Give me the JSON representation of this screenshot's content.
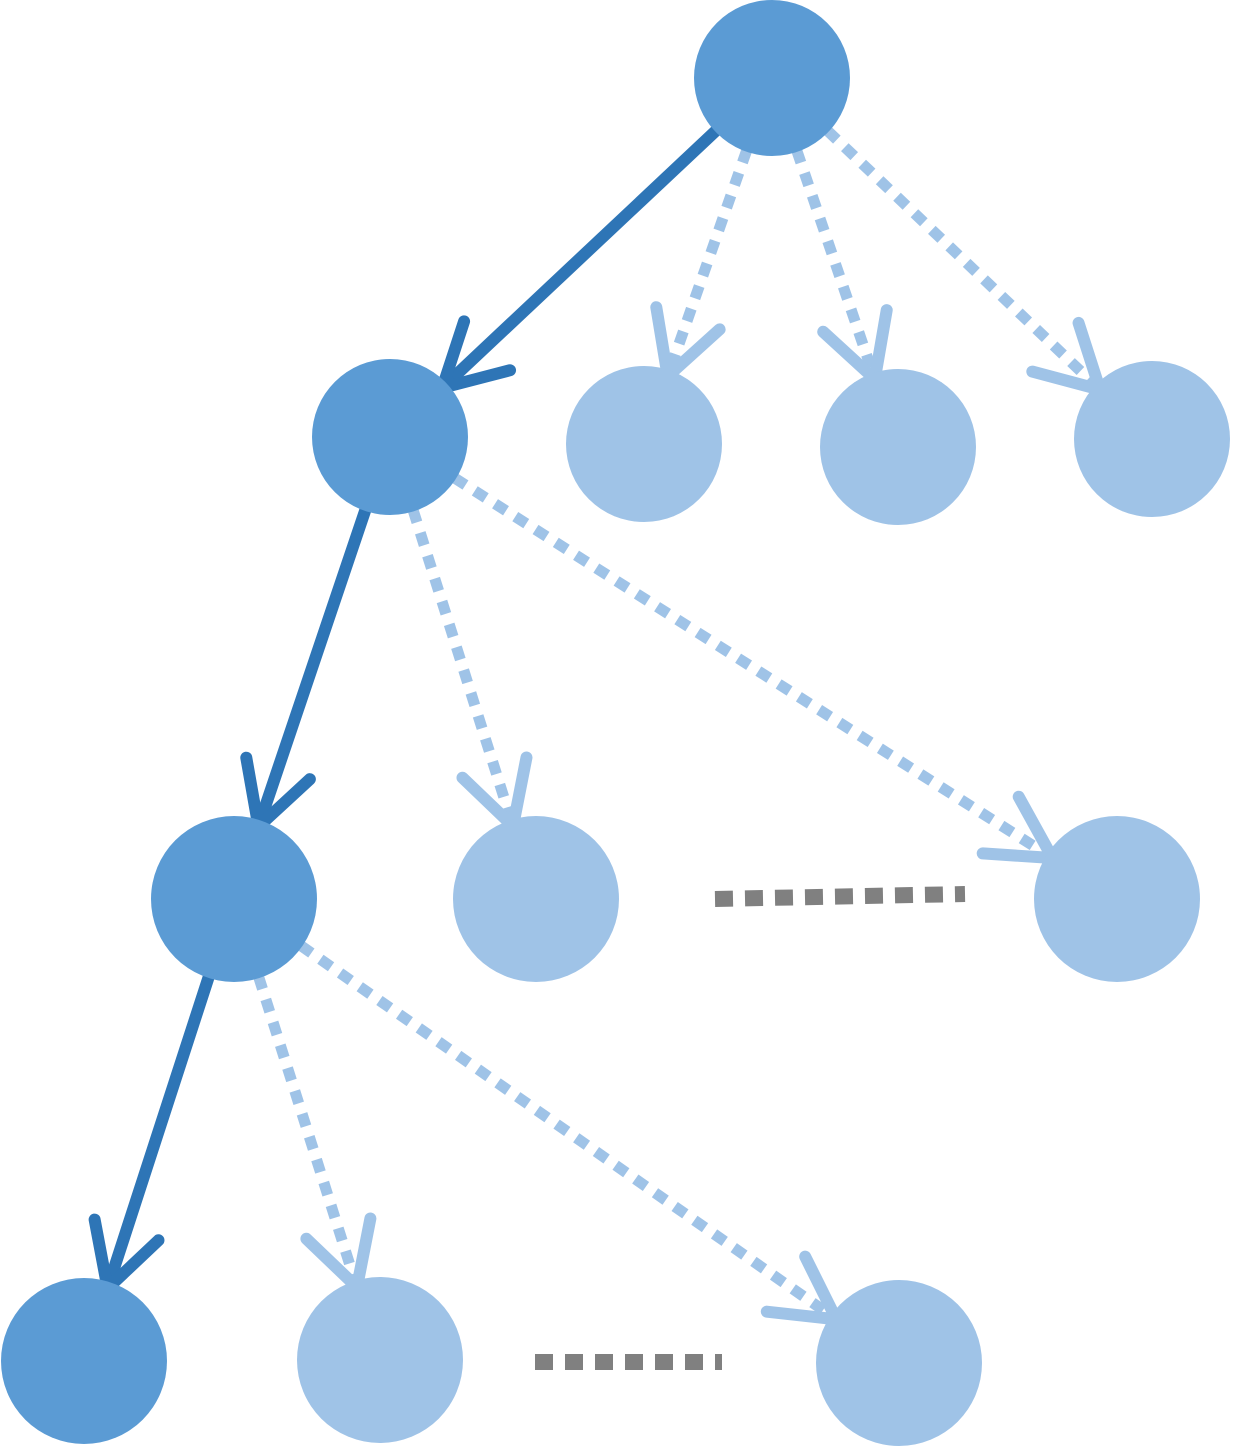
{
  "colors": {
    "selected": "#5b9bd4",
    "unselected": "#9fc3e7",
    "selected_edge": "#2e75b6",
    "unselected_edge": "#9fc3e7",
    "ellipsis": "#808080"
  },
  "nodes": [
    {
      "id": "root",
      "state": "selected"
    },
    {
      "id": "l1-a",
      "state": "selected"
    },
    {
      "id": "l1-b",
      "state": "unselected"
    },
    {
      "id": "l1-c",
      "state": "unselected"
    },
    {
      "id": "l1-d",
      "state": "unselected"
    },
    {
      "id": "l2-a",
      "state": "selected"
    },
    {
      "id": "l2-b",
      "state": "unselected"
    },
    {
      "id": "l2-c",
      "state": "unselected"
    },
    {
      "id": "l3-a",
      "state": "selected"
    },
    {
      "id": "l3-b",
      "state": "unselected"
    },
    {
      "id": "l3-c",
      "state": "unselected"
    }
  ],
  "edges": [
    {
      "from": "root",
      "to": "l1-a",
      "style": "solid"
    },
    {
      "from": "root",
      "to": "l1-b",
      "style": "dotted"
    },
    {
      "from": "root",
      "to": "l1-c",
      "style": "dotted"
    },
    {
      "from": "root",
      "to": "l1-d",
      "style": "dotted"
    },
    {
      "from": "l1-a",
      "to": "l2-a",
      "style": "solid"
    },
    {
      "from": "l1-a",
      "to": "l2-b",
      "style": "dotted"
    },
    {
      "from": "l1-a",
      "to": "l2-c",
      "style": "dotted"
    },
    {
      "from": "l2-a",
      "to": "l3-a",
      "style": "solid"
    },
    {
      "from": "l2-a",
      "to": "l3-b",
      "style": "dotted"
    },
    {
      "from": "l2-a",
      "to": "l3-c",
      "style": "dotted"
    }
  ]
}
